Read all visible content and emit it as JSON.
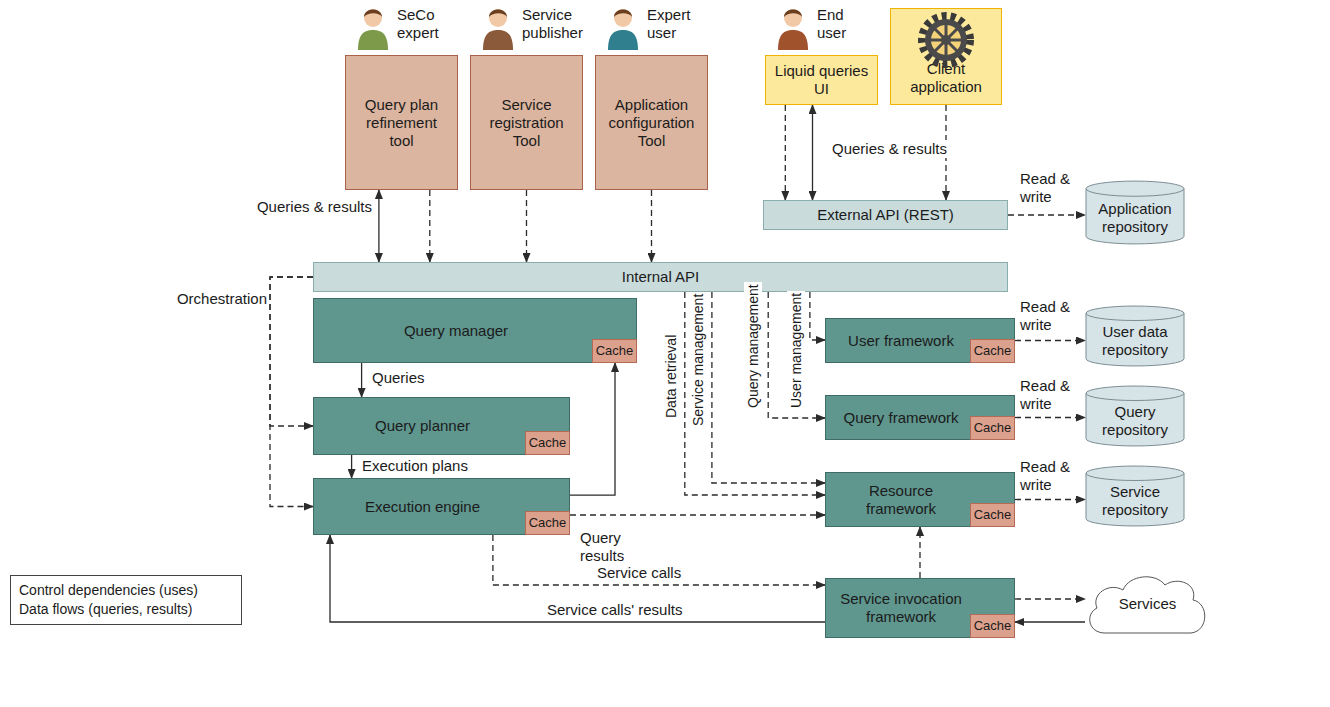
{
  "diagram": {
    "nodes": [
      {
        "text": [
          "Query plan refinement tool"
        ]
      },
      {
        "text": [
          "Service registration Tool"
        ]
      },
      {
        "text": [
          "Application configuration Tool"
        ]
      },
      {
        "text": [
          "Liquid queries UI"
        ]
      },
      {
        "text": [
          "Client application"
        ]
      },
      {
        "text": [
          "External API (REST)"
        ]
      },
      {
        "text": [
          "Internal API"
        ]
      },
      {
        "text": [
          "Application repository"
        ]
      },
      {
        "text": [
          "Query manager"
        ]
      },
      {
        "text": [
          "Cache"
        ],
        "in": 8
      },
      {
        "text": [
          "User framework"
        ]
      },
      {
        "text": [
          "Cache"
        ],
        "in": 10
      },
      {
        "text": [
          "User data repository"
        ]
      },
      {
        "text": [
          "Query planner"
        ]
      },
      {
        "text": [
          "Cache"
        ],
        "in": 13
      },
      {
        "text": [
          "Query framework"
        ]
      },
      {
        "text": [
          "Cache"
        ],
        "in": 15
      },
      {
        "text": [
          "Query repository"
        ]
      },
      {
        "text": [
          "Execution engine"
        ]
      },
      {
        "text": [
          "Cache"
        ],
        "in": 18
      },
      {
        "text": [
          "Resource framework"
        ]
      },
      {
        "text": [
          "Cache"
        ],
        "in": 20
      },
      {
        "text": [
          "Service repository"
        ]
      },
      {
        "text": [
          "Service invocation framework"
        ]
      },
      {
        "text": [
          "Cache"
        ],
        "in": 23
      },
      {
        "text": [
          "Services"
        ]
      }
    ],
    "edges": [
      {
        "from": 0,
        "to": 6,
        "arrow": "both",
        "label": "Queries & results"
      },
      {
        "from": 0,
        "to": 6,
        "arrow": "to"
      },
      {
        "from": 1,
        "to": 6,
        "arrow": "to"
      },
      {
        "from": 2,
        "to": 6,
        "arrow": "to"
      },
      {
        "from": 3,
        "to": 5,
        "arrow": "to"
      },
      {
        "from": 3,
        "to": 5,
        "arrow": "both",
        "label": "Queries & results"
      },
      {
        "from": 4,
        "to": 5,
        "arrow": "to"
      },
      {
        "from": 5,
        "to": 7,
        "arrow": "to",
        "label": "Read & write"
      },
      {
        "from": 6,
        "to": 13,
        "arrow": "to",
        "label": "Orchestration"
      },
      {
        "from": 6,
        "to": 18,
        "arrow": "to"
      },
      {
        "from": 8,
        "to": 13,
        "arrow": "to",
        "label": "Queries"
      },
      {
        "from": 13,
        "to": 18,
        "arrow": "to",
        "label": "Execution plans"
      },
      {
        "from": 18,
        "to": 8,
        "arrow": "to",
        "label": "Query results"
      },
      {
        "from": 6,
        "to": 20,
        "arrow": "to",
        "label": "Data retrieval"
      },
      {
        "from": 6,
        "to": 20,
        "arrow": "to",
        "label": "Service management"
      },
      {
        "from": 6,
        "to": 15,
        "arrow": "to",
        "label": "Query management"
      },
      {
        "from": 6,
        "to": 10,
        "arrow": "to",
        "label": "User management"
      },
      {
        "from": 18,
        "to": 20,
        "arrow": "to"
      },
      {
        "from": 10,
        "to": 12,
        "arrow": "to",
        "label": "Read & write"
      },
      {
        "from": 15,
        "to": 17,
        "arrow": "to",
        "label": "Read & write"
      },
      {
        "from": 20,
        "to": 22,
        "arrow": "to",
        "label": "Read & write"
      },
      {
        "from": 18,
        "to": 23,
        "arrow": "to",
        "label": "Service calls"
      },
      {
        "from": 23,
        "to": 18,
        "arrow": "to",
        "label": "Service calls' results"
      },
      {
        "from": 23,
        "to": 20,
        "arrow": "to"
      },
      {
        "from": 23,
        "to": 25,
        "arrow": "to"
      },
      {
        "from": 25,
        "to": 23,
        "arrow": "to"
      }
    ],
    "labels": [
      "SeCo expert",
      "Service publisher",
      "Expert user",
      "End user"
    ],
    "legend": [
      {
        "text": "Control dependencies (uses)"
      },
      {
        "text": "Data flows (queries, results)"
      }
    ]
  }
}
